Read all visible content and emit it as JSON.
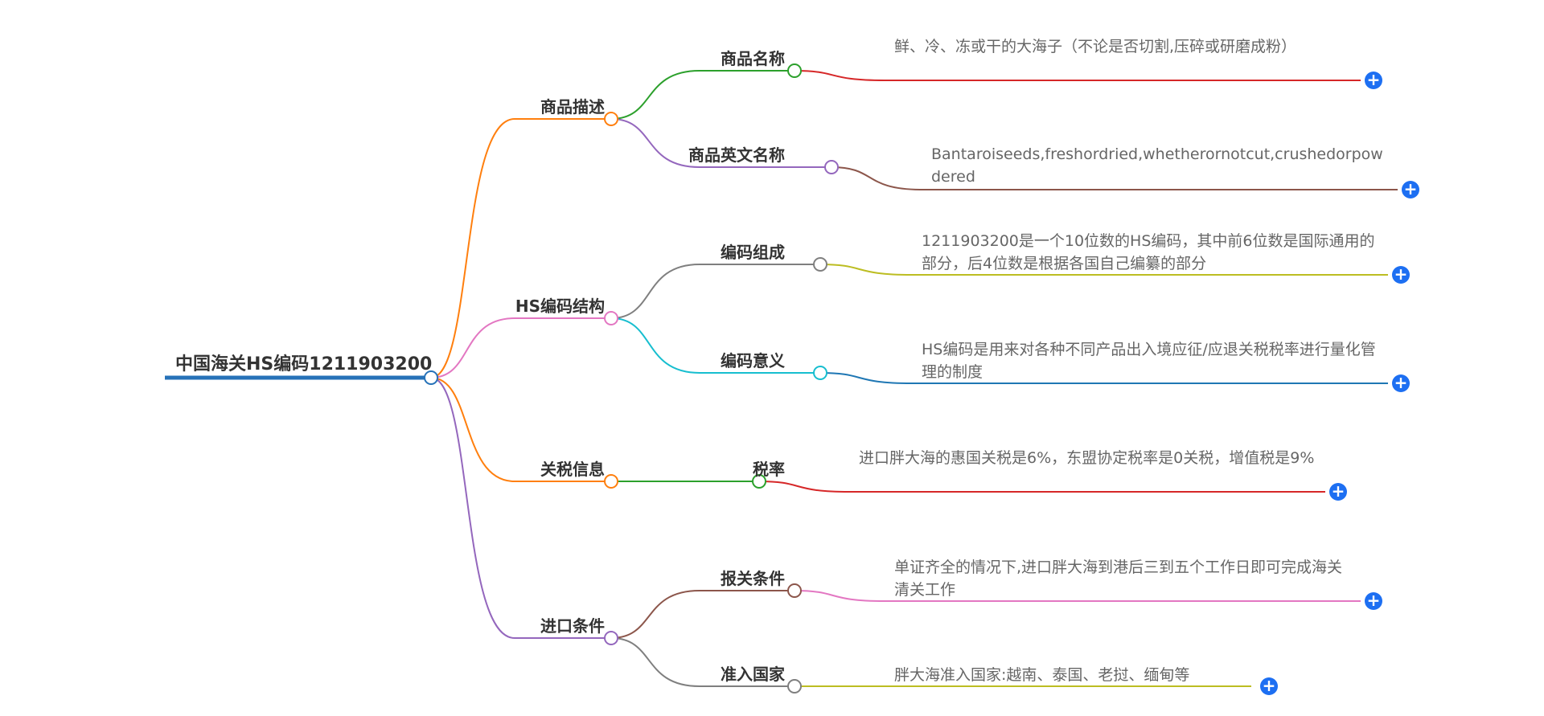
{
  "root": {
    "label": "中国海关HS编码1211903200",
    "color": "#2672b8",
    "children": [
      {
        "label": "商品描述",
        "color": "#ff7f0e",
        "children": [
          {
            "label": "商品名称",
            "color": "#2ca02c",
            "leaf": "鲜、冷、冻或干的大海子（不论是否切割,压碎或研磨成粉）",
            "leaf_color": "#d62728"
          },
          {
            "label": "商品英文名称",
            "color": "#9467bd",
            "leaf": "Bantaroiseeds,freshordried,whetherornotcut,crushedorpowdered",
            "leaf_color": "#8c564b"
          }
        ]
      },
      {
        "label": "HS编码结构",
        "color": "#e377c2",
        "children": [
          {
            "label": "编码组成",
            "color": "#7f7f7f",
            "leaf": "1211903200是一个10位数的HS编码，其中前6位数是国际通用的部分，后4位数是根据各国自己编纂的部分",
            "leaf_color": "#bcbd22"
          },
          {
            "label": "编码意义",
            "color": "#17becf",
            "leaf": "HS编码是用来对各种不同产品出入境应征/应退关税税率进行量化管理的制度",
            "leaf_color": "#1f77b4"
          }
        ]
      },
      {
        "label": "关税信息",
        "color": "#ff7f0e",
        "children": [
          {
            "label": "税率",
            "color": "#2ca02c",
            "leaf": "进口胖大海的惠国关税是6%，东盟协定税率是0关税，增值税是9%",
            "leaf_color": "#d62728"
          }
        ]
      },
      {
        "label": "进口条件",
        "color": "#9467bd",
        "children": [
          {
            "label": "报关条件",
            "color": "#8c564b",
            "leaf": "单证齐全的情况下,进口胖大海到港后三到五个工作日即可完成海关清关工作",
            "leaf_color": "#e377c2"
          },
          {
            "label": "准入国家",
            "color": "#7f7f7f",
            "leaf": "胖大海准入国家:越南、泰国、老挝、缅甸等",
            "leaf_color": "#bcbd22"
          }
        ]
      }
    ]
  },
  "toggle_symbol": "+",
  "toggle_color": "#1d6ff2"
}
